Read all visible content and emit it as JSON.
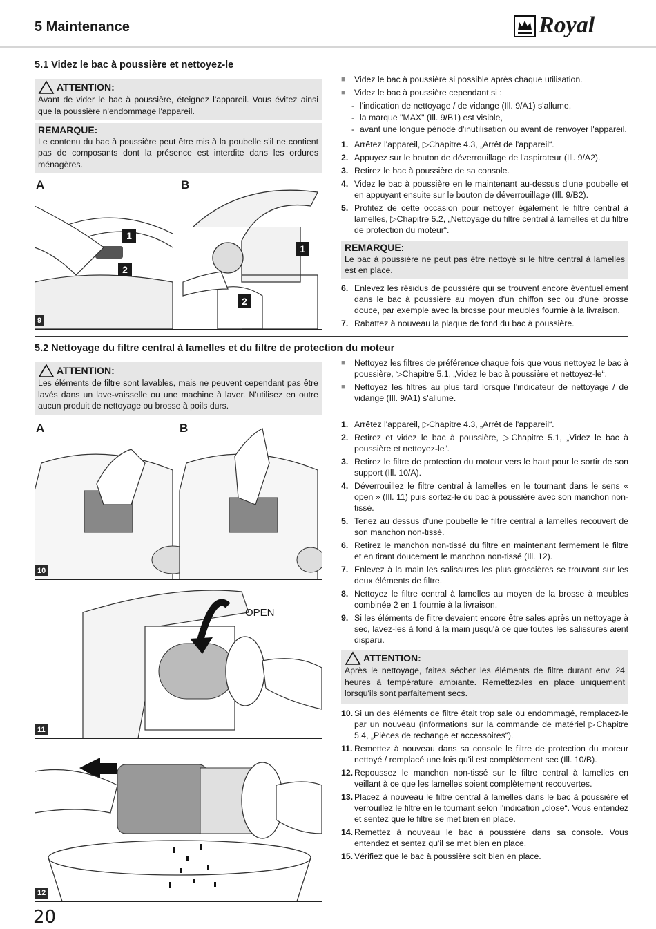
{
  "header": {
    "title": "5 Maintenance",
    "brand": "Royal"
  },
  "s1": {
    "title": "5.1  Videz le bac à poussière et nettoyez-le",
    "attention": {
      "title": "ATTENTION:",
      "text": "Avant de vider le bac à poussière, éteignez l'appareil. Vous évitez ainsi que la poussière n'endommage l'appareil."
    },
    "remark": {
      "title": "REMARQUE:",
      "text": "Le contenu du bac à poussière peut être mis à la poubelle s'il ne contient pas de composants dont la présence est interdite dans les ordures ménagères."
    },
    "fig": {
      "a": "A",
      "b": "B",
      "num": "9",
      "c1": "1",
      "c2": "2",
      "c3": "1",
      "c4": "2"
    },
    "bullets": [
      "Videz le bac à poussière si possible après chaque utilisation.",
      "Videz le bac à poussière cependant si :"
    ],
    "subs": [
      "l'indication de nettoyage / de vidange (Ill. 9/A1) s'allume,",
      "la marque \"MAX\" (Ill. 9/B1) est visible,",
      "avant une longue période d'inutilisation ou avant de renvoyer l'appareil."
    ],
    "steps": [
      {
        "n": "1.",
        "t": "Arrêtez l'appareil, ▷Chapitre 4.3, „Arrêt de l'appareil“."
      },
      {
        "n": "2.",
        "t": "Appuyez sur le bouton de déverrouillage de l'aspirateur (Ill. 9/A2)."
      },
      {
        "n": "3.",
        "t": "Retirez le bac à poussière de sa console."
      },
      {
        "n": "4.",
        "t": "Videz le bac à poussière en le maintenant au-dessus d'une poubelle et en appuyant ensuite sur le bouton de déverrouillage (Ill. 9/B2)."
      },
      {
        "n": "5.",
        "t": "Profitez de cette occasion pour nettoyer également le filtre central à lamelles, ▷Chapitre 5.2, „Nettoyage du filtre central à lamelles et du filtre de protection du moteur“."
      }
    ],
    "remark2": {
      "title": "REMARQUE:",
      "text": "Le bac à poussière ne peut pas être nettoyé si le filtre central à lamelles est en place."
    },
    "steps2": [
      {
        "n": "6.",
        "t": "Enlevez les résidus de poussière qui se trouvent encore éventuellement dans le bac à poussière au moyen d'un chiffon sec ou d'une brosse douce, par exemple avec la brosse pour meubles fournie à la livraison."
      },
      {
        "n": "7.",
        "t": "Rabattez à nouveau la plaque de fond du bac à poussière."
      }
    ]
  },
  "s2": {
    "title": "5.2  Nettoyage du filtre central à lamelles et du filtre de protection du moteur",
    "attention": {
      "title": "ATTENTION:",
      "text": "Les éléments de filtre sont lavables, mais ne peuvent cependant pas être lavés dans un lave-vaisselle ou une machine à laver. N'utilisez en outre aucun produit de nettoyage ou brosse à poils durs."
    },
    "fig10": {
      "a": "A",
      "b": "B",
      "num": "10"
    },
    "fig11": {
      "num": "11",
      "open": "OPEN"
    },
    "fig12": {
      "num": "12"
    },
    "bullets": [
      "Nettoyez les filtres de préférence chaque fois que vous nettoyez le bac à poussière, ▷Chapitre 5.1, „Videz le bac à poussière et nettoyez-le“.",
      "Nettoyez les filtres au plus tard lorsque l'indicateur de nettoyage / de vidange (Ill. 9/A1) s'allume."
    ],
    "steps": [
      {
        "n": "1.",
        "t": "Arrêtez l'appareil, ▷Chapitre 4.3, „Arrêt de l'appareil“."
      },
      {
        "n": "2.",
        "t": "Retirez et videz le bac à poussière, ▷Chapitre 5.1, „Videz le bac à poussière et nettoyez-le“."
      },
      {
        "n": "3.",
        "t": "Retirez le filtre de protection du moteur vers le haut pour le sortir de son support (Ill. 10/A)."
      },
      {
        "n": "4.",
        "t": "Déverrouillez le filtre central à lamelles en le tournant dans le sens « open » (Ill. 11) puis sortez-le du bac à poussière avec son manchon non-tissé."
      },
      {
        "n": "5.",
        "t": "Tenez au dessus d'une poubelle le filtre central à lamelles recouvert de son manchon non-tissé."
      },
      {
        "n": "6.",
        "t": "Retirez le manchon non-tissé du filtre en maintenant fermement le filtre et en tirant doucement le manchon non-tissé (Ill. 12)."
      },
      {
        "n": "7.",
        "t": "Enlevez à la main les salissures les plus grossières se trouvant sur les deux éléments de filtre."
      },
      {
        "n": "8.",
        "t": "Nettoyez le filtre central à lamelles au moyen de la brosse à meubles combinée 2 en 1 fournie à la livraison."
      },
      {
        "n": "9.",
        "t": "Si les éléments de filtre devaient encore être sales après un nettoyage à sec, lavez-les à fond à la main jusqu'à ce que toutes les salissures aient disparu."
      }
    ],
    "attention2": {
      "title": "ATTENTION:",
      "text": "Après le nettoyage, faites sécher les éléments de filtre durant env. 24 heures à température ambiante. Remettez-les en place uniquement lorsqu'ils sont parfaitement secs."
    },
    "steps2": [
      {
        "n": "10.",
        "t": "Si un des éléments de filtre était trop sale ou endommagé, remplacez-le par un nouveau (informations sur la commande de matériel ▷Chapitre 5.4, „Pièces de rechange et accessoires“)."
      },
      {
        "n": "11.",
        "t": "Remettez à nouveau dans sa console le filtre de protection du moteur nettoyé / remplacé une fois qu'il est complètement sec (Ill. 10/B)."
      },
      {
        "n": "12.",
        "t": "Repoussez le manchon non-tissé sur le filtre central à lamelles en veillant à ce que les lamelles soient complètement recouvertes."
      },
      {
        "n": "13.",
        "t": "Placez à nouveau le filtre central à lamelles dans le bac à poussière et verrouillez le filtre en le tournant selon l'indication „close“. Vous entendez et sentez que le filtre se met bien en place."
      },
      {
        "n": "14.",
        "t": "Remettez à nouveau le bac à poussière dans sa console. Vous entendez et sentez qu'il se met bien en place."
      },
      {
        "n": "15.",
        "t": "Vérifiez que le bac à poussière soit bien en place."
      }
    ]
  },
  "footer": {
    "page": "20"
  }
}
